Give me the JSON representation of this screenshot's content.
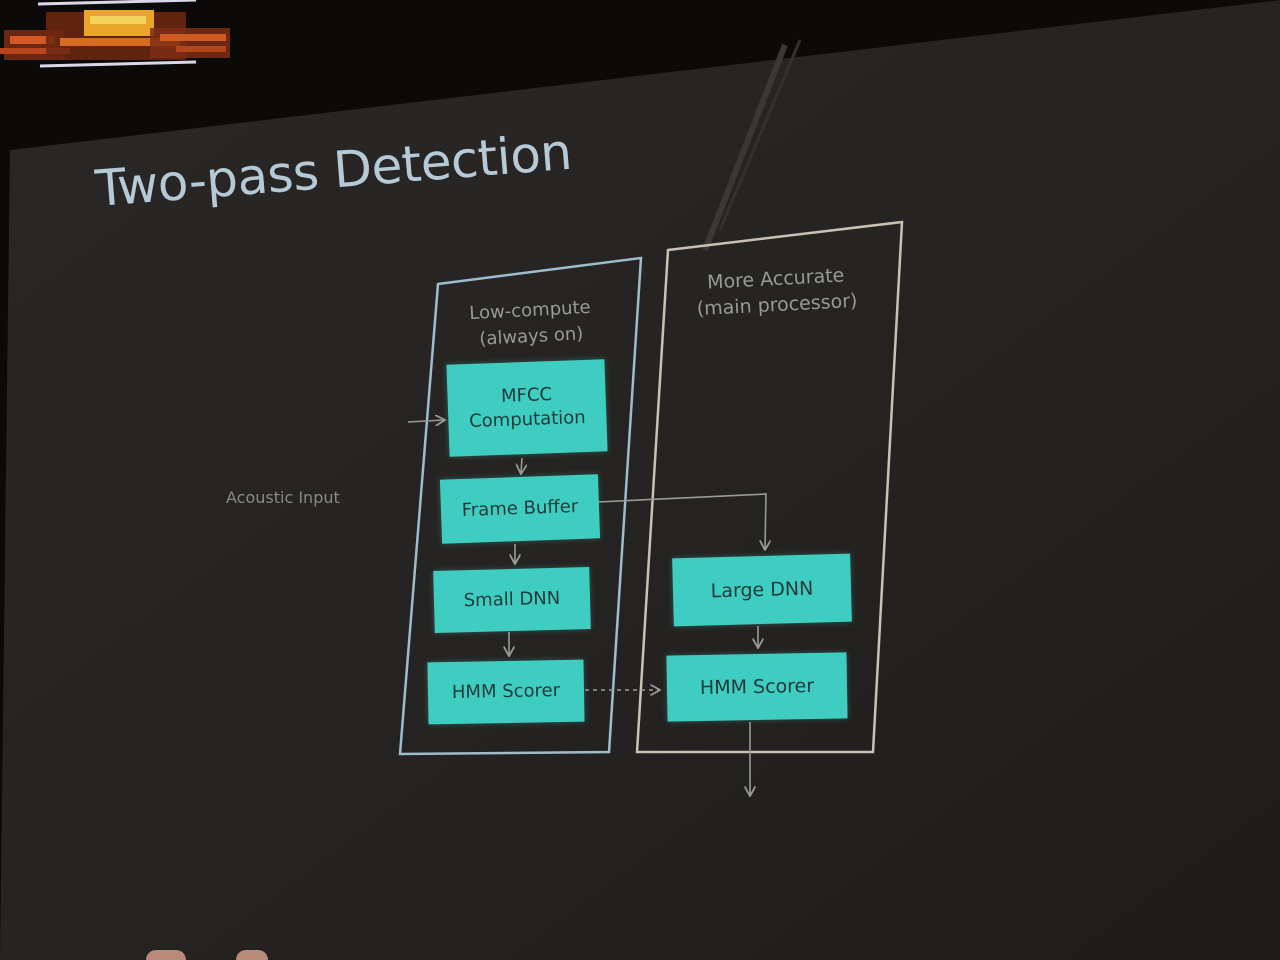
{
  "slide": {
    "title": "Two-pass Detection"
  },
  "acoustic_input": {
    "label": "Acoustic Input"
  },
  "low_compute_panel": {
    "label_line1": "Low-compute",
    "label_line2": "(always on)",
    "boxes": {
      "mfcc_line1": "MFCC",
      "mfcc_line2": "Computation",
      "frame_buffer": "Frame Buffer",
      "small_dnn": "Small DNN",
      "hmm_scorer": "HMM Scorer"
    }
  },
  "accurate_panel": {
    "label_line1": "More Accurate",
    "label_line2": "(main processor)",
    "boxes": {
      "large_dnn": "Large DNN",
      "hmm_scorer": "HMM Scorer"
    }
  },
  "colors": {
    "box_fill": "#3fcdc2",
    "box_text": "#1f3a38",
    "panel_left_border": "#9fbccb",
    "panel_right_border": "#c9c2b4",
    "title": "#b6c9d6",
    "arrow": "#9a9a94"
  }
}
